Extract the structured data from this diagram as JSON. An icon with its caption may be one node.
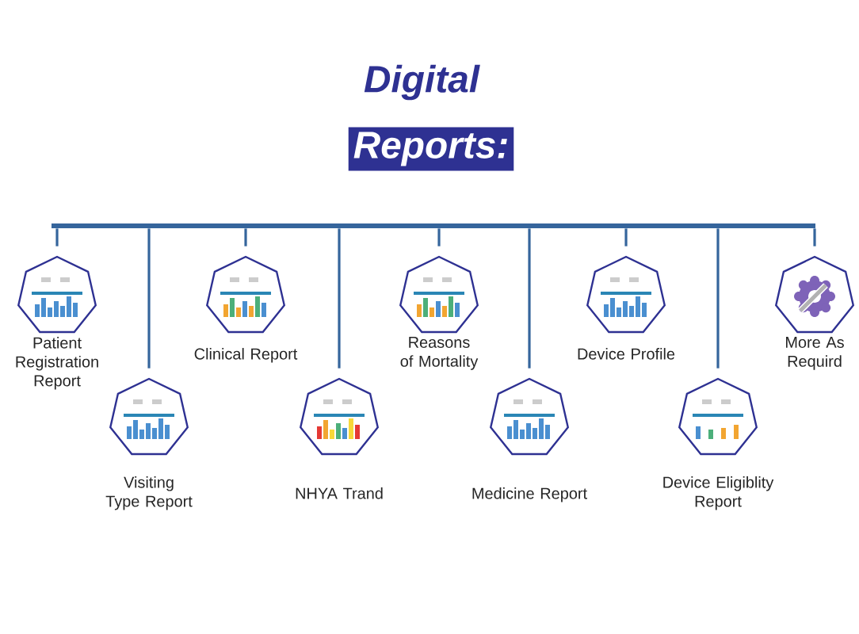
{
  "diagram": {
    "title": "Digital",
    "nodes": [
      {
        "text": [
          "Reports:"
        ]
      },
      {
        "text": [],
        "shape": "bar"
      },
      {
        "text": [
          "Patient Registration Report"
        ]
      },
      {
        "text": [
          "Visiting Type Report"
        ]
      },
      {
        "text": [
          "Clinical Report"
        ]
      },
      {
        "text": [
          "NHYA Trand"
        ]
      },
      {
        "text": [
          "Reasons of Mortality"
        ]
      },
      {
        "text": [
          "Medicine Report"
        ]
      },
      {
        "text": [
          "Device Profile"
        ]
      },
      {
        "text": [
          "Device Eligiblity Report"
        ]
      },
      {
        "text": [
          "More As Requird"
        ]
      }
    ],
    "edges": [
      {
        "from": 1,
        "to": 2,
        "arrow": "none"
      },
      {
        "from": 1,
        "to": 3,
        "arrow": "none"
      },
      {
        "from": 1,
        "to": 4,
        "arrow": "none"
      },
      {
        "from": 1,
        "to": 5,
        "arrow": "none"
      },
      {
        "from": 1,
        "to": 6,
        "arrow": "none"
      },
      {
        "from": 1,
        "to": 7,
        "arrow": "none"
      },
      {
        "from": 1,
        "to": 8,
        "arrow": "none"
      },
      {
        "from": 1,
        "to": 9,
        "arrow": "none"
      },
      {
        "from": 1,
        "to": 10,
        "arrow": "none"
      }
    ]
  }
}
